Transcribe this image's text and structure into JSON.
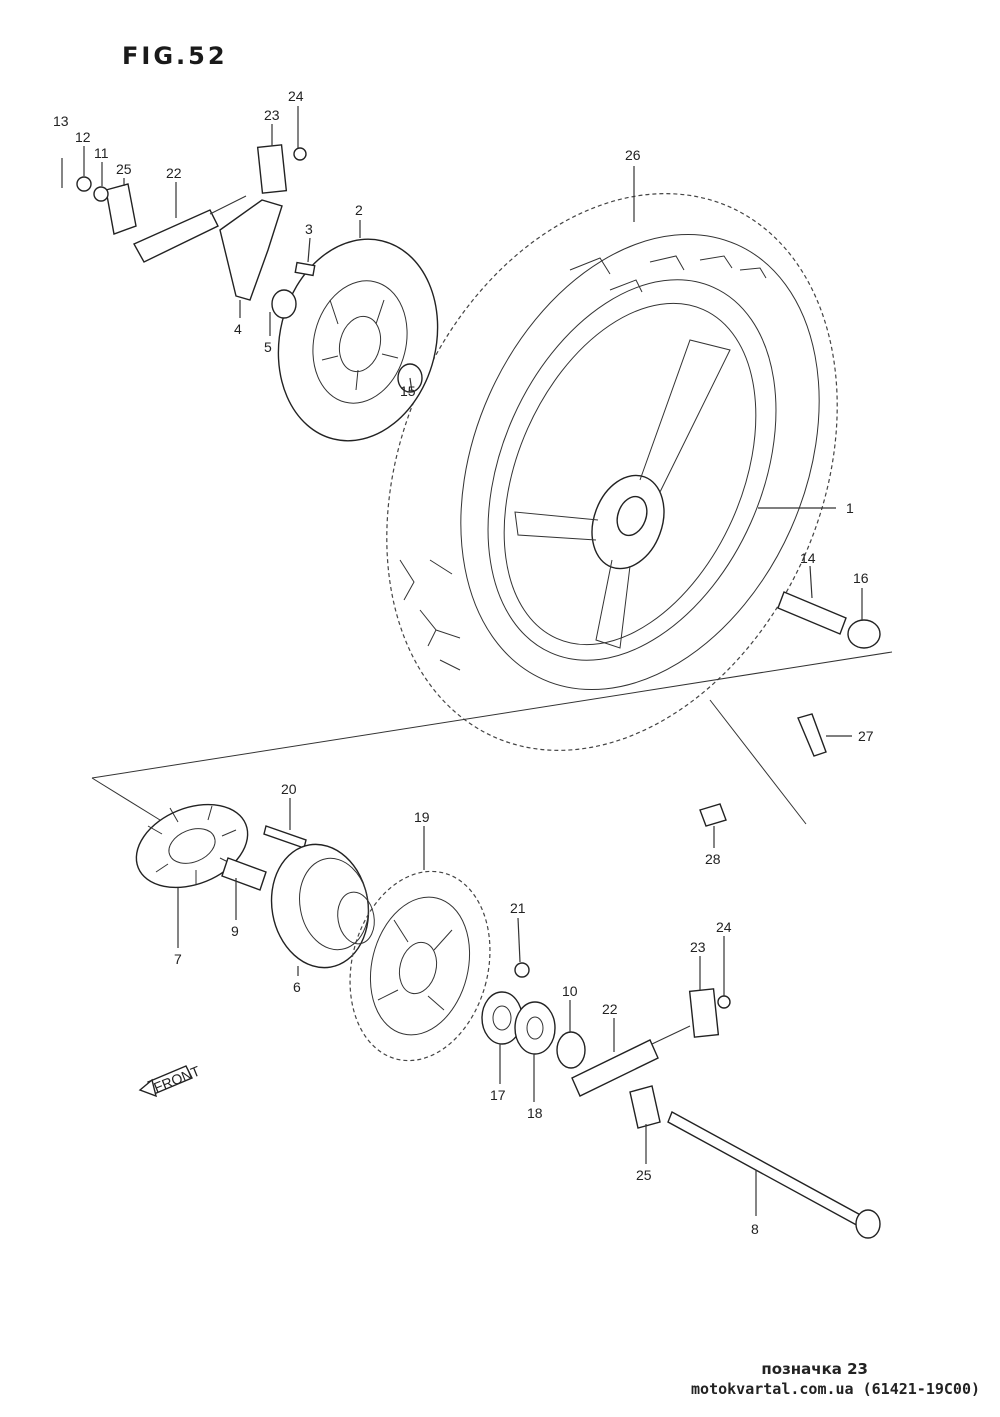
{
  "figure": {
    "title": "FIG.52"
  },
  "callouts": [
    "1",
    "2",
    "3",
    "4",
    "5",
    "6",
    "7",
    "8",
    "9",
    "10",
    "11",
    "12",
    "13",
    "14",
    "15",
    "16",
    "17",
    "18",
    "19",
    "20",
    "21",
    "22",
    "23",
    "24",
    "25",
    "26",
    "27",
    "28"
  ],
  "front_marker": {
    "text": "FRONT"
  },
  "footer": {
    "line1": "позначка 23",
    "line2": "motokvartal.com.ua (61421-19C00)"
  }
}
